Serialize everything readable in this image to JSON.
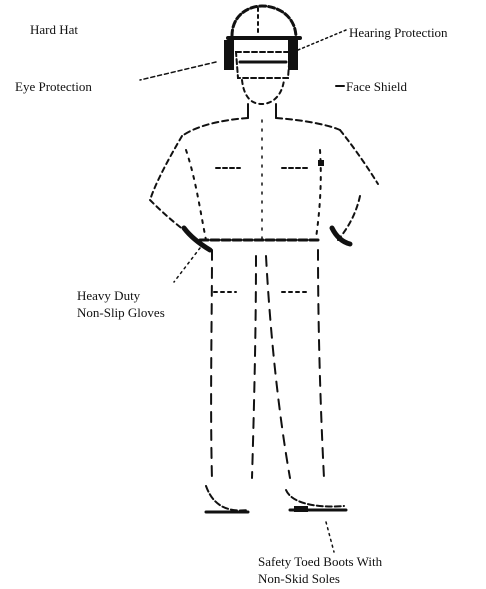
{
  "callouts": {
    "hard_hat": "Hard Hat",
    "hearing_protection": "Hearing Protection",
    "eye_protection": "Eye Protection",
    "face_shield": "Face Shield",
    "gloves_line1": "Heavy Duty",
    "gloves_line2": "Non-Slip Gloves",
    "boots_line1": "Safety Toed Boots With",
    "boots_line2": "Non-Skid Soles"
  },
  "colors": {
    "ink": "#111111",
    "background": "#ffffff"
  }
}
